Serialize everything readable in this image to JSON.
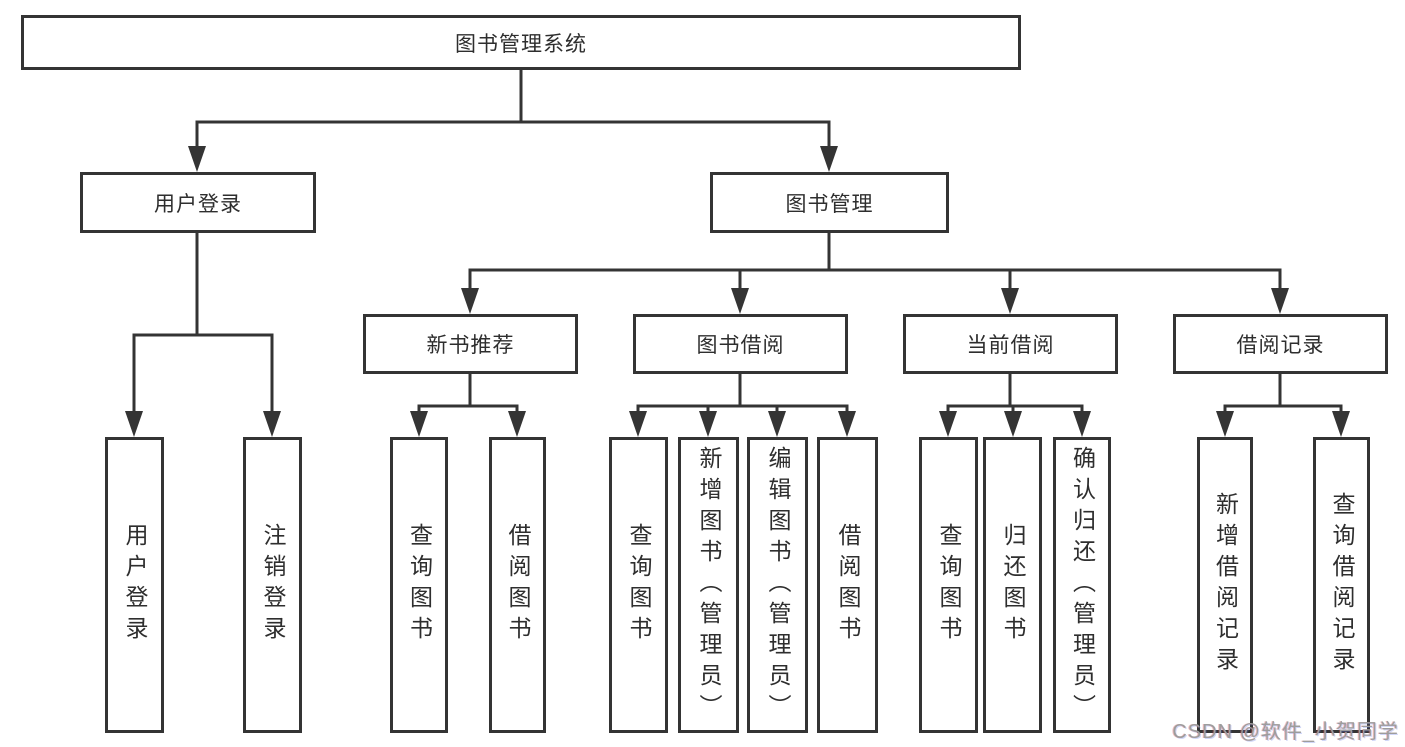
{
  "tree": {
    "label": "图书管理系统",
    "children": [
      {
        "label": "用户登录",
        "children": [
          {
            "label": "用户登录"
          },
          {
            "label": "注销登录"
          }
        ]
      },
      {
        "label": "图书管理",
        "children": [
          {
            "label": "新书推荐",
            "children": [
              {
                "label": "查询图书"
              },
              {
                "label": "借阅图书"
              }
            ]
          },
          {
            "label": "图书借阅",
            "children": [
              {
                "label": "查询图书"
              },
              {
                "label": "新增图书（管理员）"
              },
              {
                "label": "编辑图书（管理员）"
              },
              {
                "label": "借阅图书"
              }
            ]
          },
          {
            "label": "当前借阅",
            "children": [
              {
                "label": "查询图书"
              },
              {
                "label": "归还图书"
              },
              {
                "label": "确认归还（管理员）"
              }
            ]
          },
          {
            "label": "借阅记录",
            "children": [
              {
                "label": "新增借阅记录"
              },
              {
                "label": "查询借阅记录"
              }
            ]
          }
        ]
      }
    ]
  },
  "watermark": {
    "text": "CSDN @软件_小贺同学"
  },
  "colors": {
    "line": "#343434",
    "text": "#2e2e2e",
    "background": "#ffffff",
    "watermark": "#9d9d9d"
  }
}
